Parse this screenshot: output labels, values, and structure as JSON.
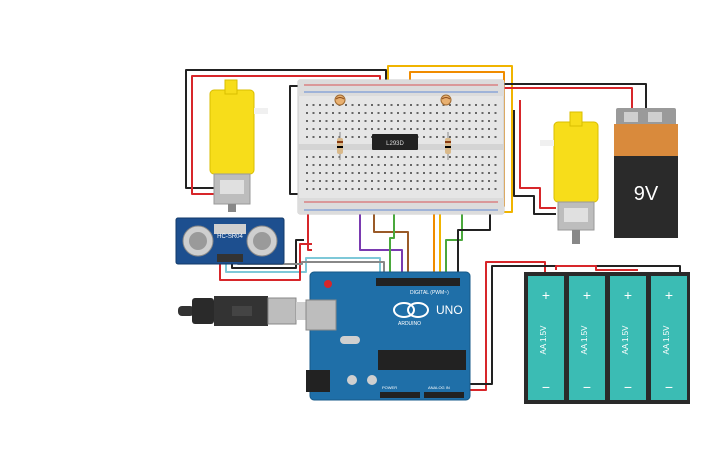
{
  "components": {
    "chip": {
      "label": "L293D"
    },
    "sensor": {
      "label": "HC-SR04"
    },
    "battery9v": {
      "label": "9V"
    },
    "arduino": {
      "logo": "UNO",
      "brand": "ARDUINO",
      "digital_header": "DIGITAL (PWM~)",
      "power_header": "POWER",
      "analog_header": "ANALOG IN"
    },
    "aa_cells": [
      {
        "label": "AA 1.5V",
        "plus": "+",
        "minus": "−"
      },
      {
        "label": "AA 1.5V",
        "plus": "+",
        "minus": "−"
      },
      {
        "label": "AA 1.5V",
        "plus": "+",
        "minus": "−"
      },
      {
        "label": "AA 1.5V",
        "plus": "+",
        "minus": "−"
      }
    ]
  },
  "colors": {
    "motor_yellow": "#f7dd1a",
    "breadboard": "#e6e6e6",
    "arduino_blue": "#1f6fa8",
    "sensor_blue": "#1d4f8f",
    "battery_teal": "#3bbcb4",
    "battery_dark": "#2a2a2a",
    "battery9v_copper": "#d98a3c",
    "wire_red": "#d7262a",
    "wire_black": "#222222",
    "wire_yellow": "#f0b400",
    "wire_orange": "#f08c00",
    "wire_green": "#4aa83c",
    "wire_purple": "#7a3ab0",
    "wire_brown": "#9a5a28",
    "wire_cyan": "#7ec8d8"
  }
}
